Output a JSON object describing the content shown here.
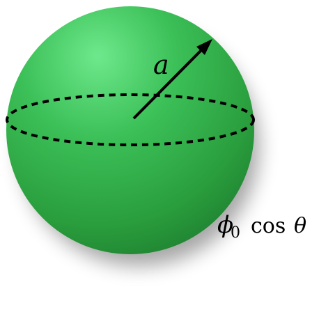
{
  "diagram": {
    "radius_label": "a",
    "potential_label": {
      "symbol": "ϕ",
      "subscript": "0",
      "function": "cos",
      "variable": "θ"
    }
  },
  "colors": {
    "sphere_highlight": "#6ee88c",
    "sphere_mid": "#33b54c",
    "sphere_edge": "#1d7a2e",
    "shadow": "#000000",
    "lines": "#000000"
  }
}
